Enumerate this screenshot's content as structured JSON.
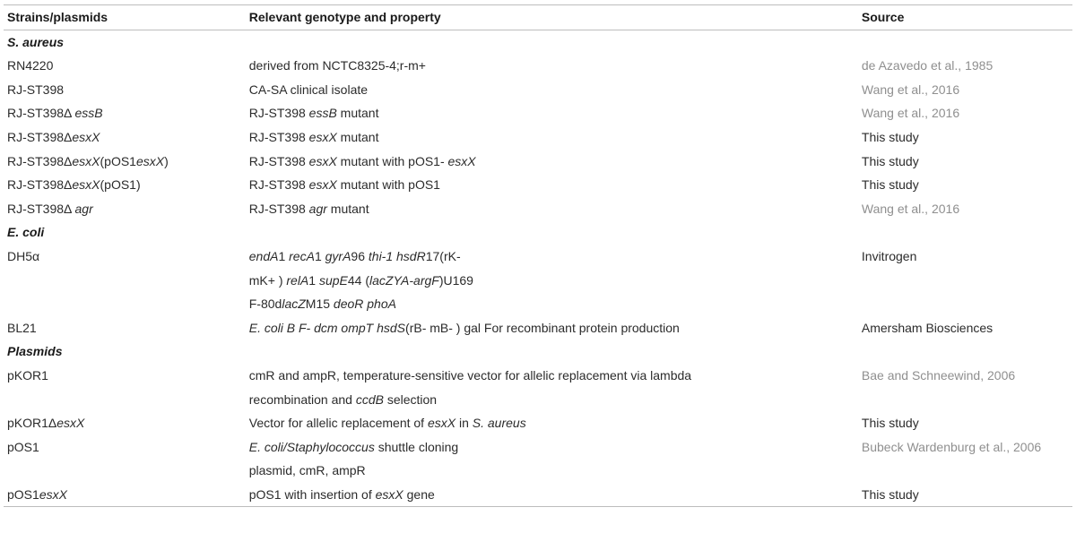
{
  "table": {
    "headers": {
      "c1": "Strains/plasmids",
      "c2": "Relevant genotype and property",
      "c3": "Source"
    },
    "sec_saureus": "S. aureus",
    "sec_ecoli": "E. coli",
    "sec_plasmids": "Plasmids",
    "rows": {
      "rn4220": {
        "strain": "RN4220",
        "genotype": "derived from NCTC8325-4;r-m+",
        "source": "de Azavedo et al., 1985"
      },
      "st398": {
        "strain": "RJ-ST398",
        "genotype": "CA-SA clinical isolate",
        "source": "Wang et al., 2016"
      },
      "essb": {
        "strain_pre": "RJ-ST398Δ ",
        "strain_gene": "essB",
        "genotype_pre": "RJ-ST398 ",
        "genotype_gene": "essB",
        "genotype_post": " mutant",
        "source": "Wang et al., 2016"
      },
      "esxx": {
        "strain_pre": "RJ-ST398Δ",
        "strain_gene": "esxX",
        "genotype_pre": "RJ-ST398 ",
        "genotype_gene": "esxX",
        "genotype_post": " mutant",
        "source": "This study"
      },
      "esxx_pos1esxx": {
        "strain_pre": "RJ-ST398Δ",
        "strain_gene": "esxX",
        "strain_mid": "(pOS1",
        "strain_gene2": "esxX",
        "strain_post": ")",
        "genotype_pre": "RJ-ST398 ",
        "genotype_gene": "esxX",
        "genotype_mid": " mutant with pOS1- ",
        "genotype_gene2": "esxX",
        "source": "This study"
      },
      "esxx_pos1": {
        "strain_pre": "RJ-ST398Δ",
        "strain_gene": "esxX",
        "strain_post": "(pOS1)",
        "genotype_pre": "RJ-ST398 ",
        "genotype_gene": "esxX",
        "genotype_post": " mutant with pOS1",
        "source": "This study"
      },
      "agr": {
        "strain_pre": "RJ-ST398Δ ",
        "strain_gene": "agr",
        "genotype_pre": "RJ-ST398 ",
        "genotype_gene": "agr",
        "genotype_post": " mutant",
        "source": "Wang et al., 2016"
      },
      "dh5a": {
        "strain": "DH5α",
        "l1_a": "endA",
        "l1_b": "1 ",
        "l1_c": "recA",
        "l1_d": "1 ",
        "l1_e": "gyrA",
        "l1_f": "96 ",
        "l1_g": "thi-1 hsdR",
        "l1_h": "17(rK-",
        "l2_a": "mK+ ) ",
        "l2_b": "relA",
        "l2_c": "1 ",
        "l2_d": "supE",
        "l2_e": "44 (",
        "l2_f": "lacZYA-argF",
        "l2_g": ")U169",
        "l3_a": "F-80d",
        "l3_b": "lacZ",
        "l3_c": "M15 ",
        "l3_d": "deoR phoA",
        "source": "Invitrogen"
      },
      "bl21": {
        "strain": "BL21",
        "genotype_it": "E. coli B F- dcm ompT hsdS",
        "genotype_post": "(rB- mB- ) gal For recombinant protein production",
        "source": "Amersham Biosciences"
      },
      "pkor1": {
        "strain": "pKOR1",
        "line1": "cmR and ampR, temperature-sensitive vector for allelic replacement via lambda",
        "line2_pre": "recombination and ",
        "line2_gene": "ccdB",
        "line2_post": " selection",
        "source": "Bae and Schneewind, 2006"
      },
      "pkor1_esxx": {
        "strain_pre": "pKOR1Δ",
        "strain_gene": "esxX",
        "genotype_pre": "Vector for allelic replacement of ",
        "genotype_gene": "esxX",
        "genotype_mid": " in ",
        "genotype_gene2": "S. aureus",
        "source": "This study"
      },
      "pos1": {
        "strain": "pOS1",
        "line1_it": "E. coli/Staphylococcus",
        "line1_post": " shuttle cloning",
        "line2": "plasmid, cmR, ampR",
        "source": "Bubeck Wardenburg et al., 2006"
      },
      "pos1_esxx": {
        "strain_pre": "pOS1",
        "strain_gene": "esxX",
        "genotype_pre": "pOS1 with insertion of ",
        "genotype_gene": "esxX",
        "genotype_post": " gene",
        "source": "This study"
      }
    }
  }
}
